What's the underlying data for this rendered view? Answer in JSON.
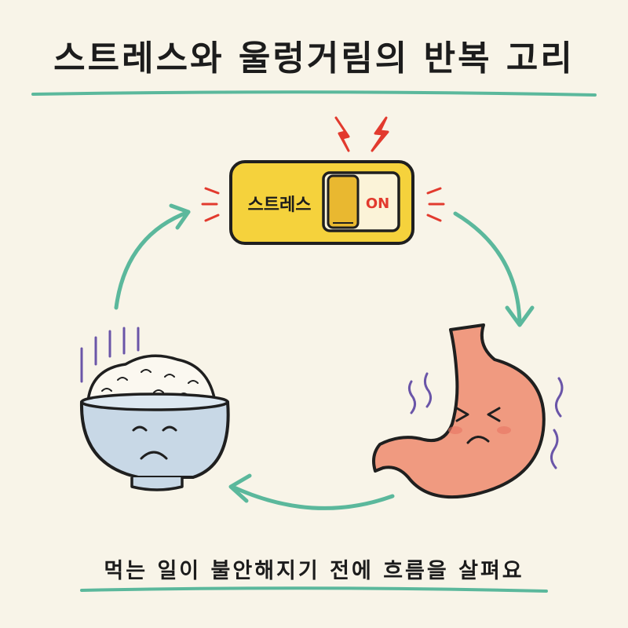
{
  "title": "스트레스와 울렁거림의 반복 고리",
  "footer": "먹는 일이 불안해지기 전에 흐름을 살펴요",
  "switch": {
    "label": "스트레스",
    "state": "ON"
  },
  "colors": {
    "background": "#f8f4e8",
    "underline": "#5bb89c",
    "arrow": "#5bb89c",
    "switch_fill": "#f5d23c",
    "switch_border": "#1f1f1f",
    "lightning": "#e23a2e",
    "stomach": "#f09a80",
    "bowl": "#c8d8e6",
    "rice": "#fbf8f0",
    "motion_lines": "#6a55a8"
  },
  "icons": [
    "stress-switch-icon",
    "lightning-icon",
    "stomach-icon",
    "rice-bowl-icon",
    "cycle-arrow-icon"
  ]
}
